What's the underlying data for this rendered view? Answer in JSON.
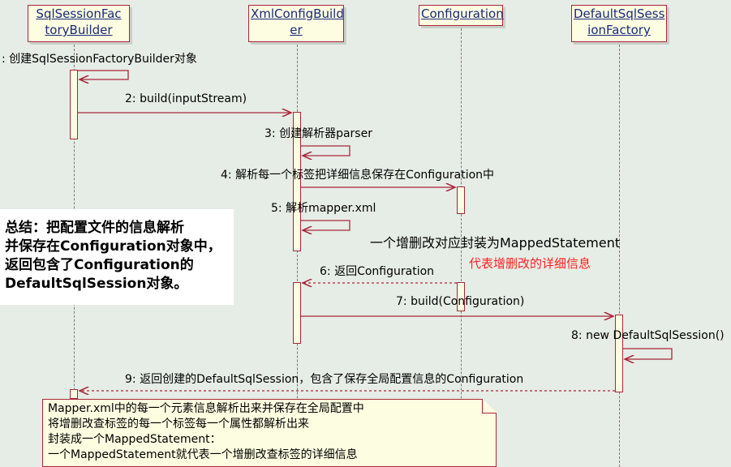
{
  "objects": [
    {
      "label_line1": "SqlSessionFac",
      "label_line2": "toryBuilder"
    },
    {
      "label_line1": "XmlConfigBuild",
      "label_line2": "er"
    },
    {
      "label_line1": "Configuration",
      "label_line2": ""
    },
    {
      "label_line1": "DefaultSqlSess",
      "label_line2": "ionFactory"
    }
  ],
  "messages": [
    ": 创建SqlSessionFactoryBuilder对象",
    "2: build(inputStream)",
    "3: 创建解析器parser",
    "4: 解析每一个标签把详细信息保存在Configuration中",
    "5: 解析mapper.xml",
    "6: 返回Configuration",
    "7: build(Configuration)",
    "8: new DefaultSqlSession()",
    "9: 返回创建的DefaultSqlSession，包含了保存全局配置信息的Configuration"
  ],
  "summary": {
    "line1": "总结：把配置文件的信息解析",
    "line2": "并保存在Configuration对象中，",
    "line3": "返回包含了Configuration的",
    "line4": "DefaultSqlSession对象。"
  },
  "annotation": {
    "black": "一个增删改对应封装为MappedStatement",
    "red": "代表增删改的详细信息",
    "red_color": "#ff2020"
  },
  "note": {
    "line1": "Mapper.xml中的每一个元素信息解析出来并保存在全局配置中",
    "line2": "将增删改查标签的每一个标签每一个属性都解析出来",
    "line3": "封装成一个MappedStatement：",
    "line4": "一个MappedStatement就代表一个增删改查标签的详细信息"
  }
}
